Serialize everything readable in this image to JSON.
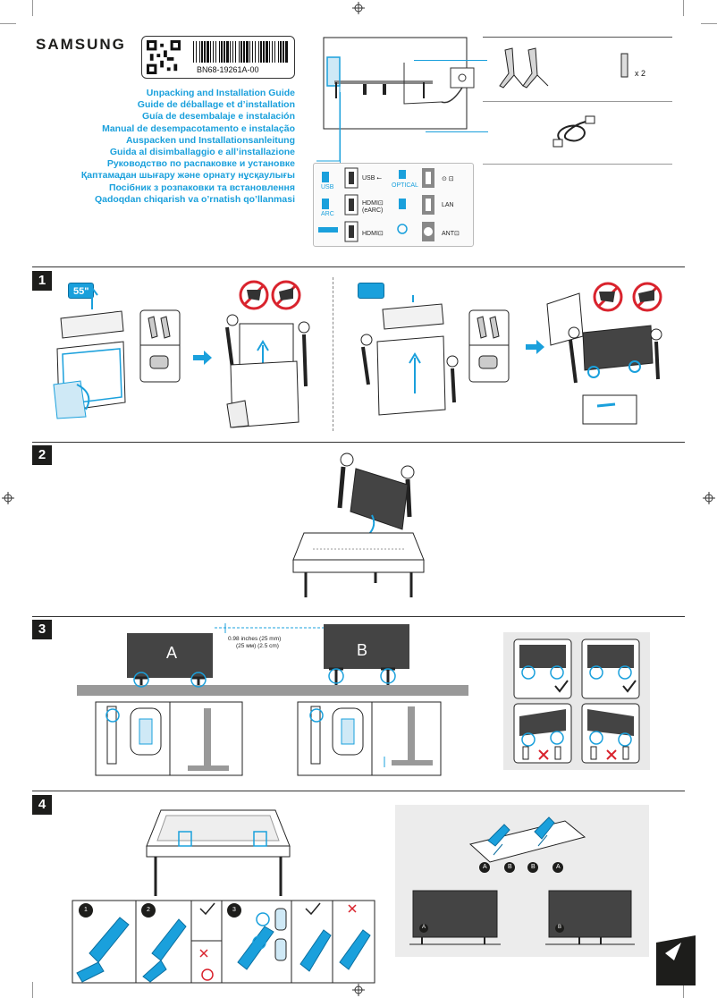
{
  "brand": "SAMSUNG",
  "label": {
    "part_number": "BN68-19261A-00"
  },
  "titles": [
    "Unpacking and Installation Guide",
    "Guide de déballage et d’installation",
    "Guía de desembalaje e instalación",
    "Manual de desempacotamento e instalação",
    "Auspacken und Installationsanleitung",
    "Guida al disimballaggio e all’installazione",
    "Руководство по распаковке и установке",
    "Қаптамадан шығару және орнату нұсқаулығы",
    "Посібник з розпаковки та встановлення",
    "Qadoqdan chiqarish va o’rnatish qo’llanmasi"
  ],
  "accessories": {
    "screw_count": "x 2"
  },
  "ports": {
    "usb_small": "USB",
    "usb": "USB ⭠",
    "optical": "OPTICAL",
    "arc": "ARC",
    "hdmi_earc": "HDMI⊡\n(eARC)",
    "lan": "LAN",
    "hdmi": "HDMI⊡",
    "ant": "ANT⊡",
    "ir": "⊙ ⊡"
  },
  "steps": {
    "s1": "1",
    "s2": "2",
    "s3": "3",
    "s4": "4",
    "size_tag": "55\""
  },
  "step3": {
    "tv_a": "A",
    "tv_b": "B",
    "gap_line1": "0.98 inches (25 mm)",
    "gap_line2": "(25 мм) (2.5 cm)"
  },
  "step4": {
    "sub1": "1",
    "sub2": "2",
    "sub3": "3",
    "marks": [
      "A",
      "B",
      "B",
      "A"
    ],
    "tv_a": "A",
    "tv_b": "B"
  },
  "colors": {
    "accent": "#1aa0dc",
    "dark": "#1d1d1b",
    "forbid": "#d9232d"
  }
}
